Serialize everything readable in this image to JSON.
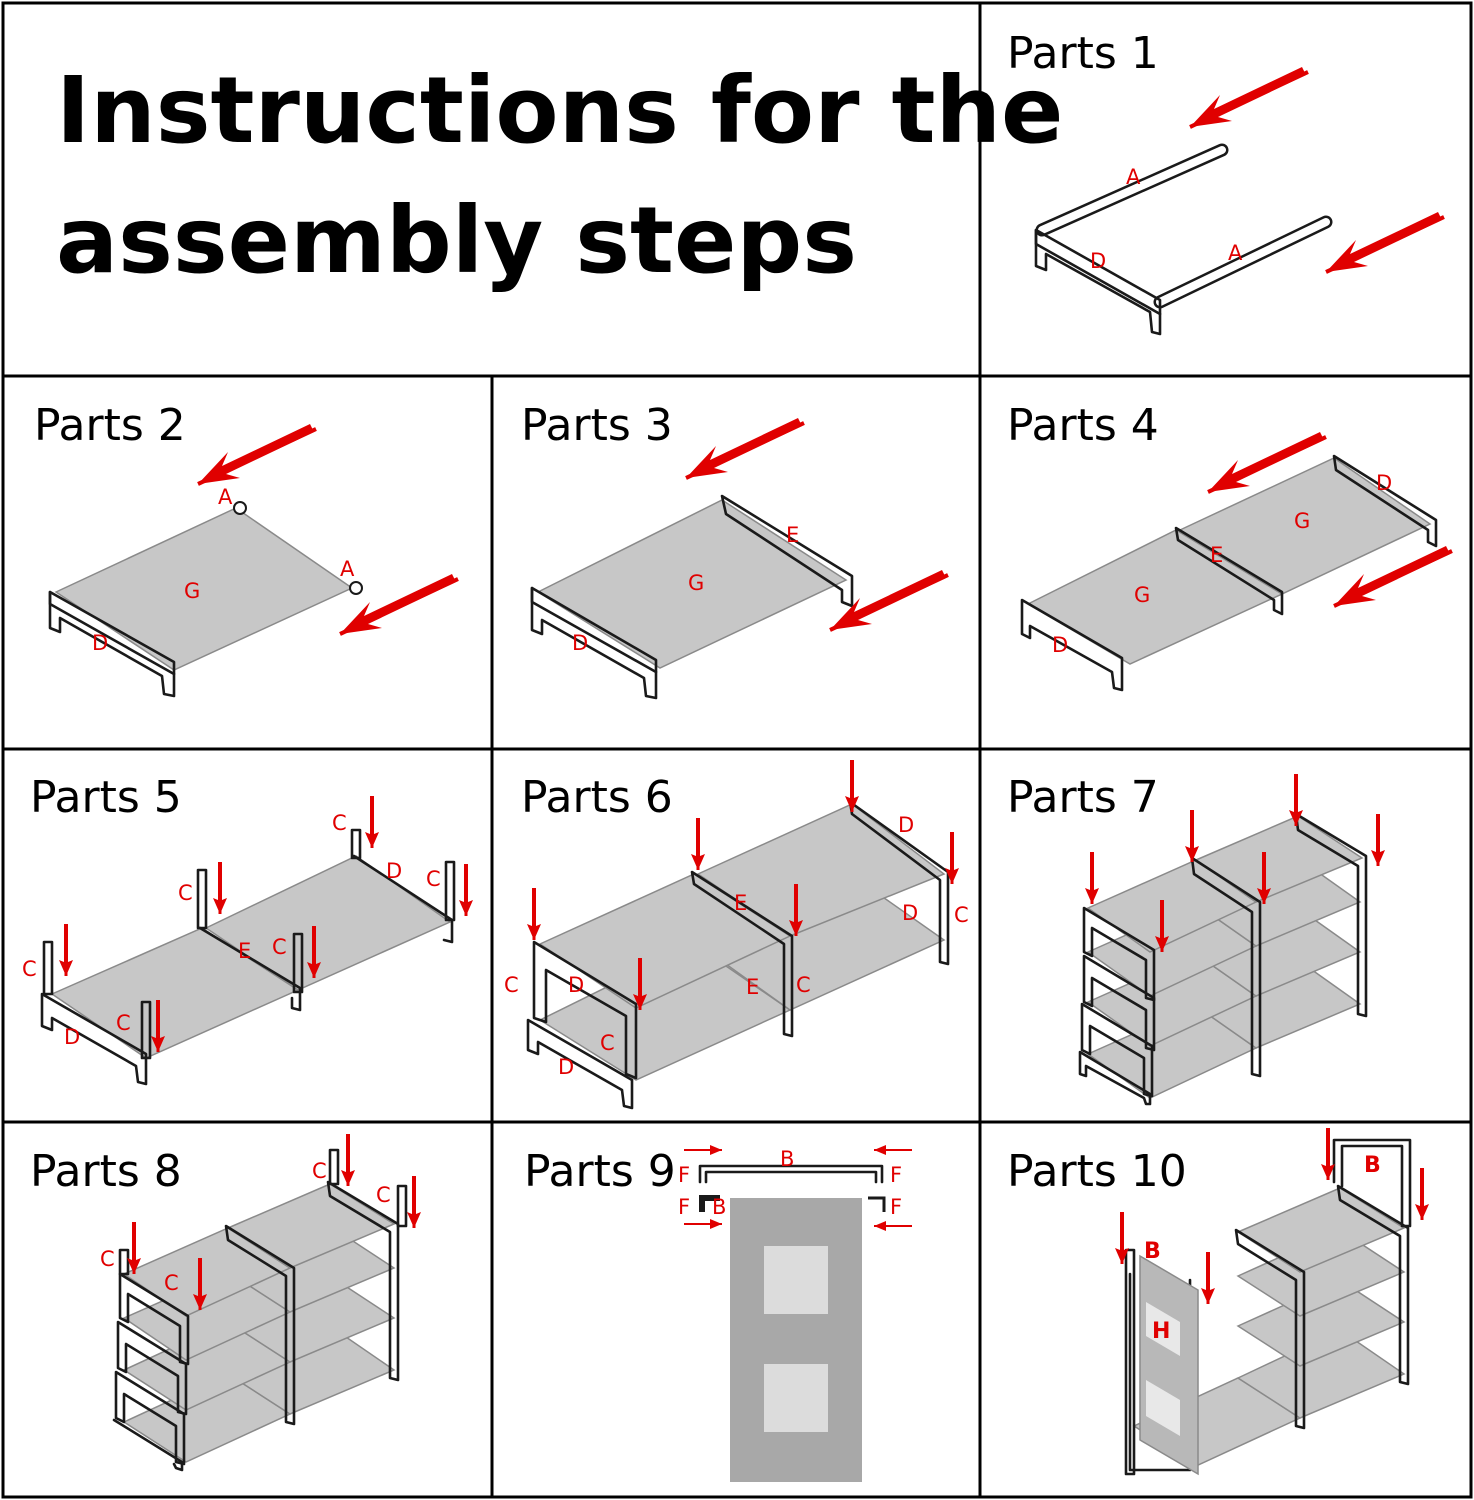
{
  "title": {
    "line1": "Instructions for the",
    "line2": "assembly steps"
  },
  "panels": [
    {
      "label": "Parts 1",
      "parts": [
        "A",
        "A",
        "D"
      ]
    },
    {
      "label": "Parts 2",
      "parts": [
        "A",
        "A",
        "G",
        "D"
      ]
    },
    {
      "label": "Parts 3",
      "parts": [
        "E",
        "G",
        "D"
      ]
    },
    {
      "label": "Parts 4",
      "parts": [
        "D",
        "G",
        "E",
        "G",
        "D"
      ]
    },
    {
      "label": "Parts 5",
      "parts": [
        "C",
        "D",
        "C",
        "C",
        "E",
        "C",
        "C",
        "C",
        "D"
      ]
    },
    {
      "label": "Parts 6",
      "parts": [
        "D",
        "E",
        "D",
        "C",
        "C",
        "D",
        "E",
        "C",
        "C",
        "D"
      ]
    },
    {
      "label": "Parts 7",
      "parts": []
    },
    {
      "label": "Parts 8",
      "parts": [
        "C",
        "C",
        "C",
        "C"
      ]
    },
    {
      "label": "Parts 9",
      "parts": [
        "B",
        "F",
        "F",
        "F",
        "B",
        "F"
      ]
    },
    {
      "label": "Parts 10",
      "parts": [
        "B",
        "B",
        "H"
      ]
    }
  ],
  "colors": {
    "arrow": "#e00000",
    "shelf": "#c7c7c7",
    "cover": "#a8a8a8",
    "window": "#dcdcdc",
    "border": "#000000"
  }
}
